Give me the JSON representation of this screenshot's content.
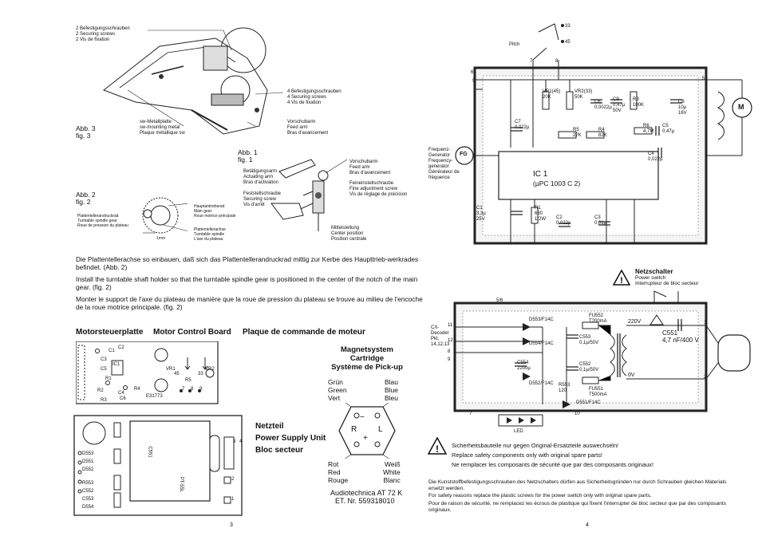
{
  "left": {
    "mech_labels": {
      "securing_screws_2": "2 Befestigungsschrauben\n2 Securing screws\n2 Vis de fixation",
      "securing_screws_4": "4 Befestigungsschrauben\n4 Securing screws\n4 Vis de fixation",
      "metal_plate": "sw-Metallplatte\nsw-mounting metal\nPlaque métallique sw",
      "feed_arm_1": "Vorschubarm\nFeed arm\nBras d'avancement",
      "fig3": "Abb. 3\nfig. 3",
      "fig1": "Abb. 1\nfig. 1",
      "feed_arm_2": "Vorschubarm\nFeed arm\nBras d'avancement",
      "actuating_arm": "Betätigungsarm\nActuating arm\nBras d'activation",
      "fine_adjust": "Feineinstellschraube\nFine adjustment screw\nVis de réglage de précision",
      "fixing_screw": "Feststellschraube\nSecuring screw\nVis d'arrêt",
      "center_pos": "Mittelstellung\nCenter position\nPosition centrale",
      "fig2": "Abb. 2\nfig. 2",
      "main_gear": "Hauptantriebsrad\nMain gear\nRoue motrice principale",
      "pressure_wheel": "Plattentellerandruckrad\nTurntable spindle gear\nRoue de pression du plateau",
      "spindle": "Plattentellerachse\nTurntable spindle\nL'axe du plateau",
      "dim_1mm": "1mm"
    },
    "paragraphs": [
      "Die Plattentellerachse so einbauen, daß sich das Plattentellerandruckrad mittig zur Kerbe des Haupttrieb-werkrades befindet. (Abb. 2)",
      "Install the turntable shaft holder so that the turntable spindle gear is positioned in the center of the notch of the main gear. (fig. 2)",
      "Monter le support de l'axe du plateau de manière que la roue de pression du plateau se trouve au milieu de l'encoche de la roue motrice principale. (fig. 2)"
    ],
    "motor_heading": [
      "Motorsteuerplatte",
      "Motor Control Board",
      "Plaque de commande de moteur"
    ],
    "motor_board_labels": {
      "ic1": "IC1",
      "vr1": "VR1",
      "vr2": "VR2",
      "r5": "R5",
      "num_45": "45",
      "num_33": "33",
      "num_7": "7",
      "num_8": "8",
      "num_9": "9",
      "r4": "R4",
      "r3": "R3",
      "c6": "C6",
      "board_no": "E31773",
      "c1": "C1",
      "c2": "C2",
      "c3": "C3",
      "c5": "C5",
      "c4": "C4",
      "r1": "R1",
      "r2": "R2"
    },
    "power_supply": [
      "Netzteil",
      "Power Supply Unit",
      "Bloc secteur"
    ],
    "psu_labels": {
      "part": "PT-55L",
      "c551": "C551",
      "d553": "D553",
      "d551": "D551",
      "d552": "D552",
      "r553": "R553",
      "c552": "C552",
      "c553": "C553",
      "d554": "D554",
      "num_3": "3",
      "num_4": "4",
      "num_2": "2",
      "num_1": "1"
    },
    "magnet": {
      "title": [
        "Magnetsystem",
        "Cartridge",
        "Système de Pick-up"
      ],
      "left_colors": "Grün\nGreen\nVert",
      "right_colors": "Blau\nBlue\nBleu",
      "bottom_left": "Rot\nRed\nRouge",
      "bottom_right": "Weiß\nWhite\nBlanc",
      "R": "R",
      "L": "L",
      "minus": "−",
      "plus": "+",
      "model": "Audiotechnica AT 72 K",
      "part_no": "ET. Nr. 559318010"
    },
    "page_number": "3"
  },
  "right": {
    "schematic": {
      "pitch": "Pitch",
      "num_33": "33",
      "num_45": "45",
      "vr1": "VR1(45)\n20K",
      "vr2": "VR2(33)\n50K",
      "c6": "C6\n0,0022µ",
      "c9": "C9\n0,47µ\n50V",
      "r3": "R3\n100K",
      "c8": "C8\n10µ\n16V",
      "c7": "C7\n0,022µ",
      "r5": "R5\n27K",
      "r4": "R4\n82K",
      "r6": "R6\n4,7M",
      "c5": "C5\n0,47µ",
      "c4": "C4\n0,022µ",
      "fg": "FG",
      "fg_label": "Frequenz-\nGenerator\nFrequency-\ngenerator\nGénérateur de\nfréquence",
      "ic1": "IC 1",
      "ic1_part": "(µPC 1003 C 2)",
      "c1": "C1\n3,3µ\n25V",
      "r1": "R1\n680\n1/2W",
      "c2": "C2\n0,022µ",
      "c3": "C3\n0,01µ",
      "motor": "M",
      "pins_top": [
        "6",
        "7",
        "8",
        "9",
        "5"
      ],
      "pins_ic": [
        "8",
        "7",
        "5",
        "1",
        "2",
        "3",
        "4"
      ]
    },
    "power_switch": {
      "de": "Netzschalter",
      "en": "Power switch",
      "fr": "Interrupteur de bloc secteur"
    },
    "psu": {
      "d553": "D553/F14C",
      "d554": "D554/F14C",
      "d552": "D552/F14C",
      "d551": "D551/F14C",
      "fu552": "FU552\nT200mA",
      "fu551": "FU551\nT500mA",
      "c553": "C553\n0,1µ/50V",
      "c552": "C552\n0,1µ/50V",
      "c554": "C554\n2200µ",
      "r553": "R553\n120",
      "v220": "220V",
      "v0": "0V",
      "c551": "C551\n4,7 nF/400 V",
      "cx": "CX-\nDecoder\nPkt.\n14,12,13",
      "num_56": "5/6",
      "num_11": "11",
      "num_12": "12",
      "num_8": "8",
      "num_9": "9",
      "num_7": "7",
      "num_10": "10",
      "num_1": "1",
      "num_2": "2",
      "led": "LED"
    },
    "warning": [
      "Sicherheitsbauteile nur gegen Original-Ersatzteile auswechseln!",
      "Replace safety components only with original spare parts!",
      "Ne remplacer les composants de sécurité que par des composants originaux!"
    ],
    "notes": [
      "Die Kunststoffbefestigungsschrauben des Netzschalters dürfen aus Sicherheitsgründen nur durch Schrauben gleichen Materials ersetzt werden.",
      "For safety reasons replace the plastic screws for the power switch only with original spare parts.",
      "Pour de raison de sécurité, ne remplacez les écrous de plastique qui fixent l'interrupter de bloc secteur que par des composants originaux."
    ],
    "page_number": "4"
  }
}
